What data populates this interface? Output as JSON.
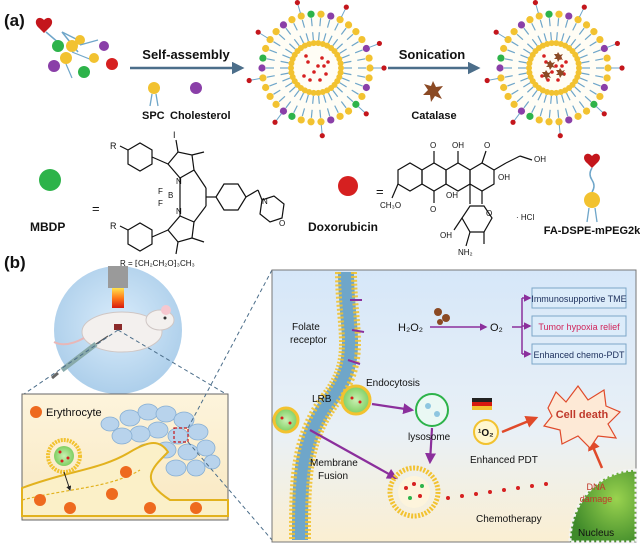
{
  "panel_a": {
    "label": "(a)",
    "arrow1_label": "Self-assembly",
    "arrow2_label": "Sonication",
    "spc_label": "SPC",
    "cholesterol_label": "Cholesterol",
    "catalase_label": "Catalase",
    "mbdp_label": "MBDP",
    "equals": "=",
    "doxorubicin_label": "Doxorubicin",
    "hcl_label": "· HCl",
    "fa_label": "FA-DSPE-mPEG2k",
    "mbdp_struct": {
      "r_label": "R",
      "iodine": "I",
      "f1": "F",
      "f2": "F",
      "boron": "B",
      "n_minus": "N",
      "n_plus": "N",
      "n_morph": "N",
      "o_morph": "O",
      "r_def": "R = ⁅CH₂CH₂O⁆₃CH₃"
    },
    "dox_struct": {
      "o_top1": "O",
      "oh_top": "OH",
      "o_top2": "O",
      "oh_right": "OH",
      "oh_side": "OH",
      "och3": "CH₃O",
      "o_bot": "O",
      "oh_bot": "OH",
      "o_ring": "O",
      "oh_sugar": "OH",
      "nh2": "NH₂"
    }
  },
  "panel_b": {
    "label": "(b)",
    "erythrocyte_label": "Erythrocyte",
    "folate_label_1": "Folate",
    "folate_label_2": "receptor",
    "h2o2_label": "H₂O₂",
    "o2_label": "O₂",
    "box1": "Immunosupportive TME",
    "box2": "Tumor hypoxia relief",
    "box3": "Enhanced chemo-PDT",
    "endocytosis_label": "Endocytosis",
    "lrb_label": "LRB",
    "lysosome_label": "lysosome",
    "singlet_o2_label": "¹O₂",
    "enhanced_pdt_label": "Enhanced PDT",
    "cell_death_label": "Cell death",
    "membrane_label_1": "Membrane",
    "membrane_label_2": "Fusion",
    "chemo_label": "Chemotherapy",
    "dna_label_1": "DNA",
    "dna_label_2": "damage",
    "nucleus_label": "Nucleus"
  },
  "colors": {
    "lipid_head": "#f2c230",
    "lipid_tail": "#6fa6c9",
    "dox_red": "#d62020",
    "mbdp_green": "#2db34a",
    "cholesterol_purple": "#8a3fa8",
    "arrow_steel": "#4c6e8a",
    "purple_line": "#8b2f9c",
    "red_arrow": "#e04a2a",
    "cell_death": "#c0392b",
    "tumor_hypoxia": "#d1245a",
    "panel_bg_top": "#dbe9f8",
    "panel_bg_bottom": "#fdf1d2"
  }
}
